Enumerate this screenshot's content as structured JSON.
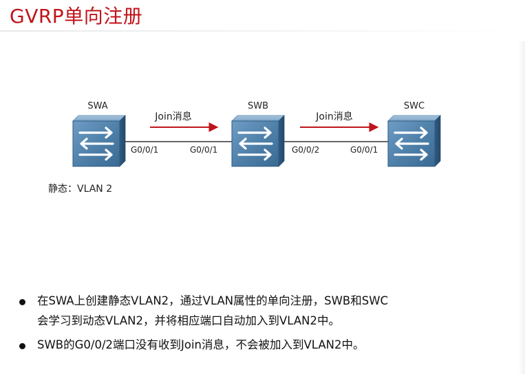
{
  "title": "GVRP单向注册",
  "colors": {
    "title": "#c0141b",
    "arrow": "#c0141b",
    "switch_face": "#4d7fa8",
    "switch_edge": "#2f5a80",
    "link": "#333333"
  },
  "switches": [
    {
      "id": "swa",
      "label": "SWA",
      "icon": "switch-icon"
    },
    {
      "id": "swb",
      "label": "SWB",
      "icon": "switch-icon"
    },
    {
      "id": "swc",
      "label": "SWC",
      "icon": "switch-icon"
    }
  ],
  "ports": {
    "swa_right": "G0/0/1",
    "swb_left": "G0/0/1",
    "swb_right": "G0/0/2",
    "swc_left": "G0/0/1"
  },
  "messages": {
    "a_to_b": "Join消息",
    "b_to_c": "Join消息"
  },
  "static_config": "静态：VLAN 2",
  "bullets": [
    {
      "line1": "在SWA上创建静态VLAN2，通过VLAN属性的单向注册，SWB和SWC",
      "line2": "会学习到动态VLAN2，并将相应端口自动加入到VLAN2中。"
    },
    {
      "line1": "SWB的G0/0/2端口没有收到Join消息，不会被加入到VLAN2中。"
    }
  ]
}
